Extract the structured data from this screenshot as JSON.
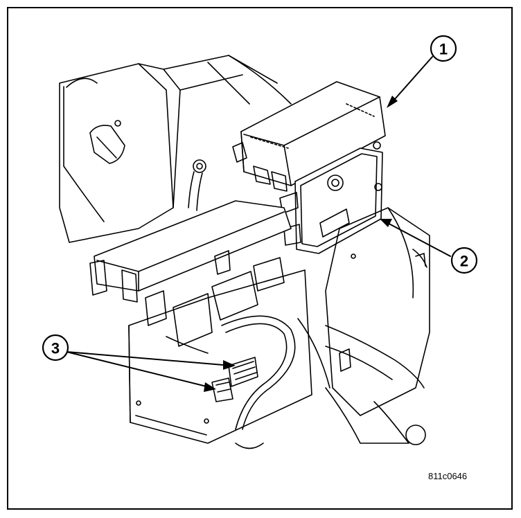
{
  "diagram": {
    "callouts": [
      {
        "id": "1",
        "label": "1"
      },
      {
        "id": "2",
        "label": "2"
      },
      {
        "id": "3",
        "label": "3"
      }
    ],
    "figure_id": "811c0646",
    "colors": {
      "line": "#000000",
      "background": "#ffffff"
    }
  }
}
